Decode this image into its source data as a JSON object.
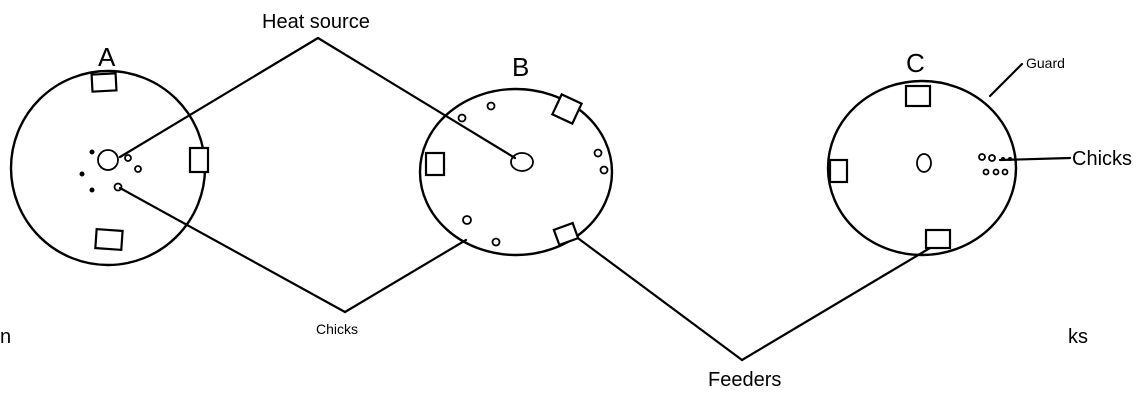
{
  "labels": {
    "heat_source": "Heat source",
    "feeders": "Feeders",
    "chicks_bottom": "Chicks",
    "chicks_right": "Chicks",
    "guard": "Guard",
    "brooder_a": "A",
    "brooder_b": "B",
    "brooder_c": "C",
    "edge_left": "n",
    "edge_right": "ks"
  }
}
